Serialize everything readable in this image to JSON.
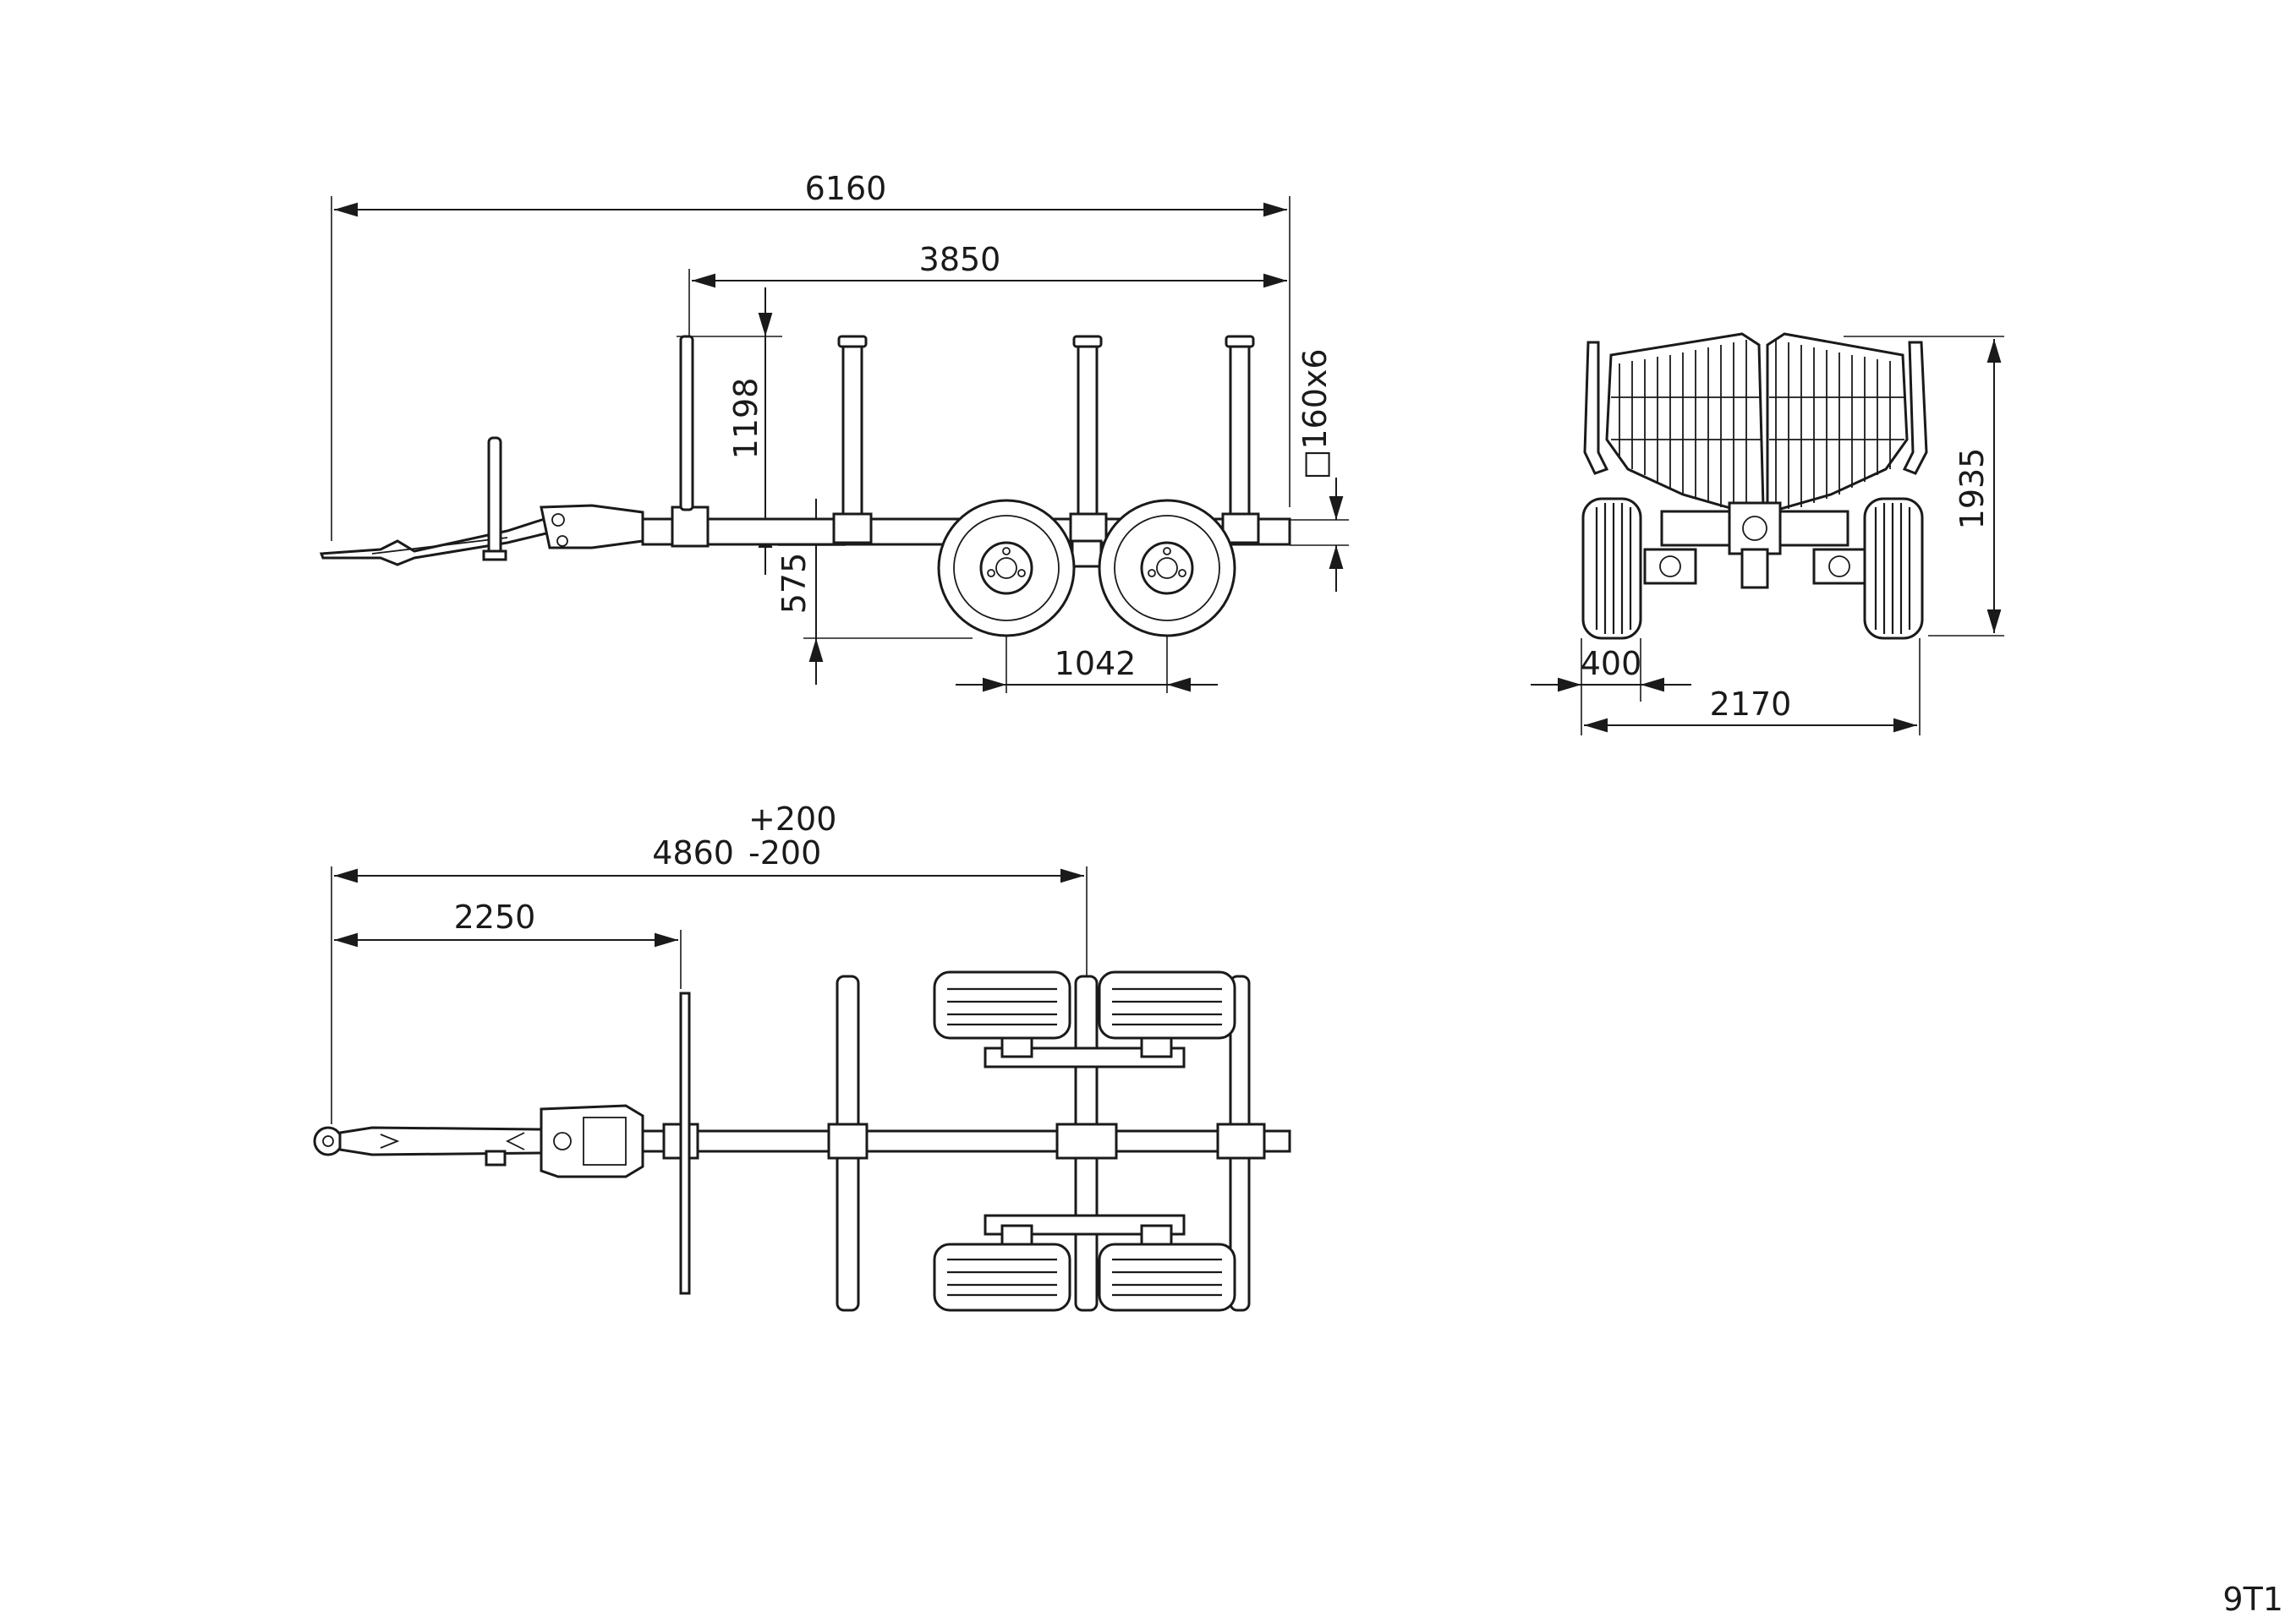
{
  "drawing_id": "9T1",
  "side_view": {
    "overall_length": "6160",
    "bunk_length": "3850",
    "stake_height": "1198",
    "frame_profile": "□160x6",
    "frame_height": "575",
    "axle_spacing": "1042"
  },
  "rear_view": {
    "overall_height": "1935",
    "wheel_width": "400",
    "overall_width": "2170"
  },
  "top_view": {
    "drawbar_length": "4860",
    "tolerance_plus": "+200",
    "tolerance_minus": "-200",
    "front_length": "2250"
  }
}
